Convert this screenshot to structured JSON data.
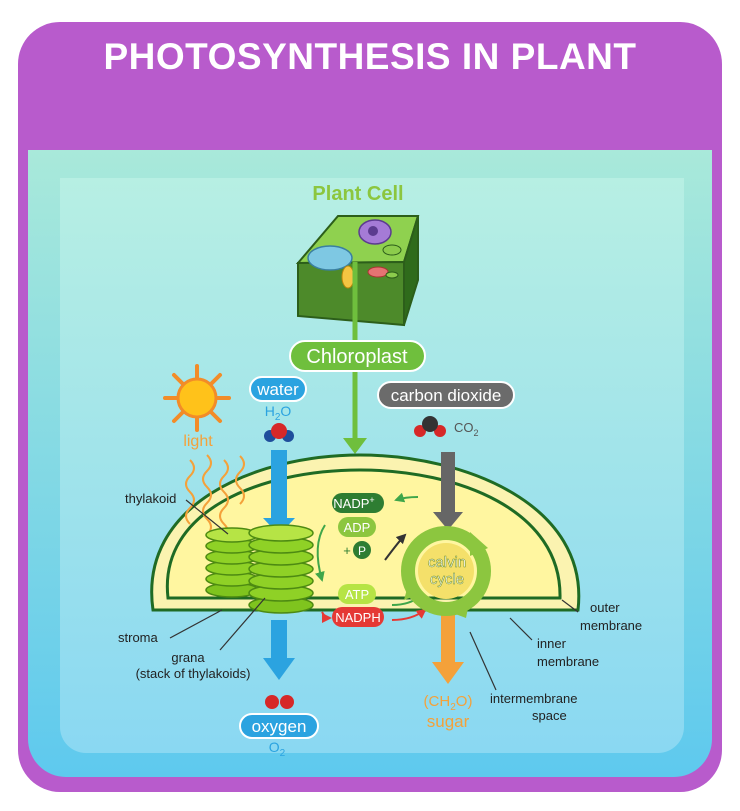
{
  "title": "PHOTOSYNTHESIS IN PLANT",
  "labels": {
    "plant_cell": "Plant Cell",
    "chloroplast": "Chloroplast",
    "light": "light",
    "water": "water",
    "h2o_h": "H",
    "h2o_sub": "2",
    "h2o_o": "O",
    "carbon_dioxide": "carbon dioxide",
    "co2_co": "CO",
    "co2_sub": "2",
    "thylakoid": "thylakoid",
    "stroma": "stroma",
    "grana": "grana",
    "grana_note": "(stack of thylakoids)",
    "nadp": "NADP",
    "nadp_sup": "+",
    "adp": "ADP",
    "plus": "+",
    "p": "P",
    "atp": "ATP",
    "nadph": "NADPH",
    "calvin_1": "calvin",
    "calvin_2": "cycle",
    "outer_1": "outer",
    "outer_2": "membrane",
    "inner_1": "inner",
    "inner_2": "membrane",
    "intermembrane_1": "intermembrane",
    "intermembrane_2": "space",
    "oxygen": "oxygen",
    "o2_o": "O",
    "o2_sub": "2",
    "sugar_open": "(CH",
    "sugar_sub": "2",
    "sugar_close": "O)",
    "sugar": "sugar"
  },
  "colors": {
    "frame": "#b85bcc",
    "water_blue": "#2ba3e0",
    "chloroplast_green": "#6fbf3d",
    "co2_gray": "#666666",
    "sugar_orange": "#f4a13a",
    "nadp_dark_green": "#2e7d32",
    "nadph_red": "#e53935"
  },
  "icons": [
    "sun-icon",
    "water-molecule-icon",
    "co2-molecule-icon",
    "oxygen-molecule-icon",
    "plant-cell-icon"
  ]
}
